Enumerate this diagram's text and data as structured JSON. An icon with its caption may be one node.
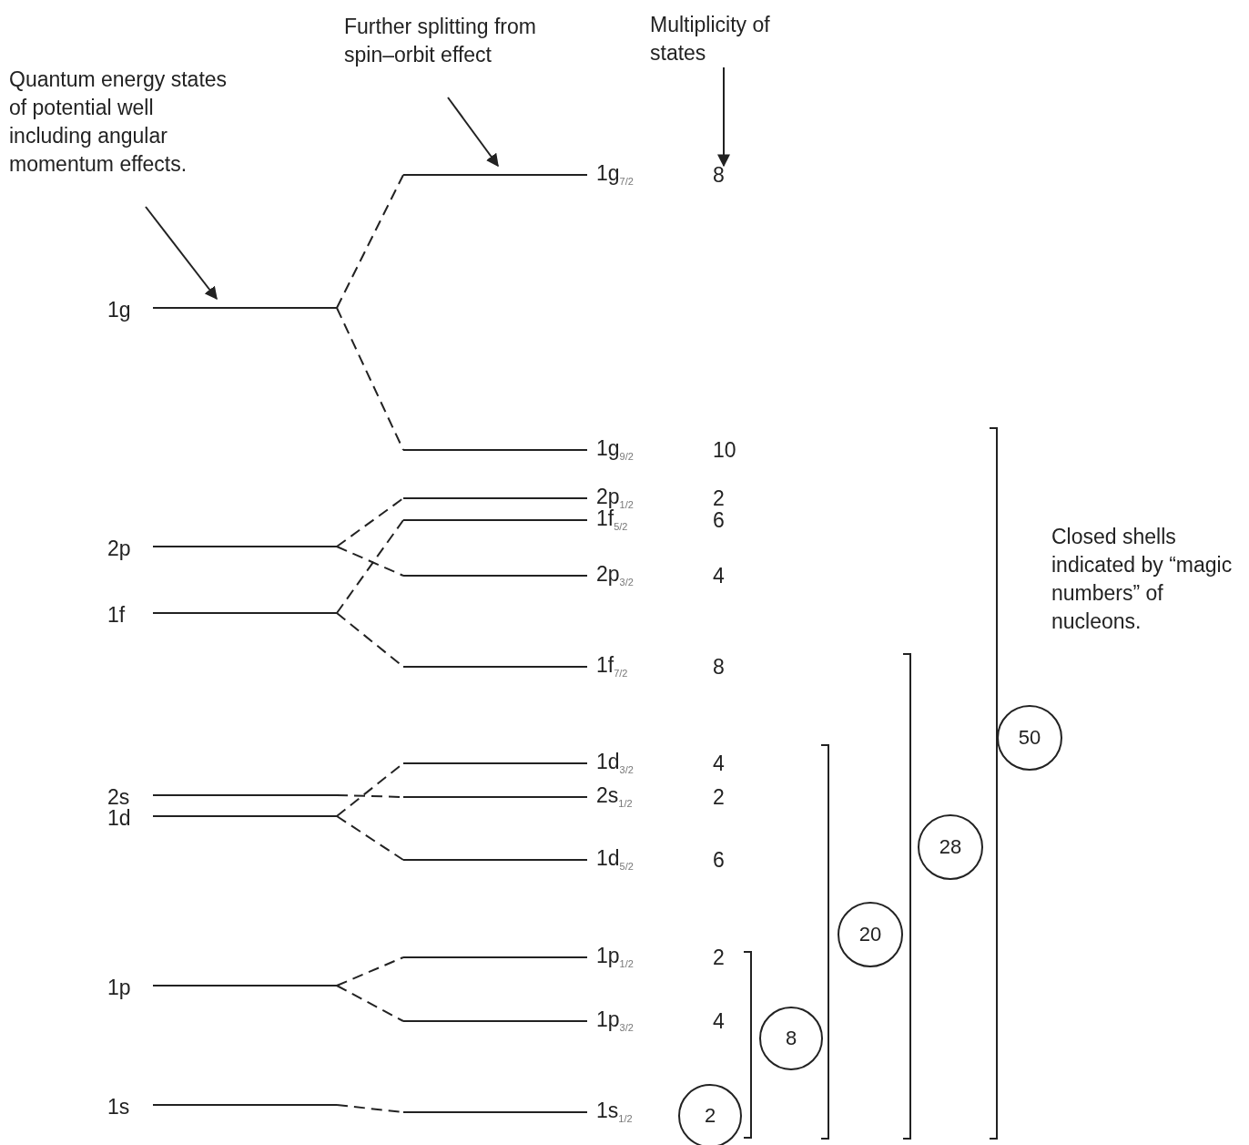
{
  "diagram": {
    "nodes": [
      {
        "text": [
          "Quantum energy states of potential well including angular momentum effects."
        ]
      },
      {
        "text": [
          "Further splitting from spin–orbit effect"
        ]
      },
      {
        "text": [
          "Multiplicity of states"
        ]
      },
      {
        "text": [
          "1g"
        ]
      },
      {
        "text": [
          "2p"
        ]
      },
      {
        "text": [
          "1f"
        ]
      },
      {
        "text": [
          "2s"
        ]
      },
      {
        "text": [
          "1d"
        ]
      },
      {
        "text": [
          "1p"
        ]
      },
      {
        "text": [
          "1s"
        ]
      },
      {
        "text": [
          "1g$_{7/2}$"
        ],
        "beside": [
          "8"
        ]
      },
      {
        "text": [
          "1g$_{9/2}$"
        ],
        "beside": [
          "10"
        ]
      },
      {
        "text": [
          "2p$_{1/2}$"
        ],
        "beside": [
          "2"
        ]
      },
      {
        "text": [
          "1f$_{5/2}$"
        ],
        "beside": [
          "6"
        ]
      },
      {
        "text": [
          "2p$_{3/2}$"
        ],
        "beside": [
          "4"
        ]
      },
      {
        "text": [
          "1f$_{7/2}$"
        ],
        "beside": [
          "8"
        ]
      },
      {
        "text": [
          "1d$_{3/2}$"
        ],
        "beside": [
          "4"
        ]
      },
      {
        "text": [
          "2s$_{1/2}$"
        ],
        "beside": [
          "2"
        ]
      },
      {
        "text": [
          "1d$_{5/2}$"
        ],
        "beside": [
          "6"
        ]
      },
      {
        "text": [
          "1p$_{1/2}$"
        ],
        "beside": [
          "2"
        ]
      },
      {
        "text": [
          "1p$_{3/2}$"
        ],
        "beside": [
          "4"
        ]
      },
      {
        "text": [
          "1s$_{1/2}$"
        ]
      },
      {
        "text": [
          "50"
        ]
      },
      {
        "text": [
          "28"
        ]
      },
      {
        "text": [
          "20"
        ]
      },
      {
        "text": [
          "8"
        ]
      },
      {
        "text": [
          "2"
        ]
      }
    ],
    "edges": [
      {
        "from": 0,
        "to": 3,
        "arrow": "to"
      },
      {
        "from": 1,
        "to": 10,
        "arrow": "to"
      },
      {
        "from": 2,
        "to": 10,
        "arrow": "to"
      },
      {
        "from": 3,
        "to": 10,
        "arrow": "none",
        "style": "dashed"
      },
      {
        "from": 3,
        "to": 11,
        "arrow": "none",
        "style": "dashed"
      },
      {
        "from": 4,
        "to": 12,
        "arrow": "none",
        "style": "dashed"
      },
      {
        "from": 4,
        "to": 14,
        "arrow": "none",
        "style": "dashed"
      },
      {
        "from": 5,
        "to": 13,
        "arrow": "none",
        "style": "dashed"
      },
      {
        "from": 5,
        "to": 15,
        "arrow": "none",
        "style": "dashed"
      },
      {
        "from": 6,
        "to": 17,
        "arrow": "none",
        "style": "dashed"
      },
      {
        "from": 7,
        "to": 16,
        "arrow": "none",
        "style": "dashed"
      },
      {
        "from": 7,
        "to": 18,
        "arrow": "none",
        "style": "dashed"
      },
      {
        "from": 8,
        "to": 19,
        "arrow": "none",
        "style": "dashed"
      },
      {
        "from": 8,
        "to": 20,
        "arrow": "none",
        "style": "dashed"
      },
      {
        "from": 9,
        "to": 21,
        "arrow": "none",
        "style": "dashed"
      }
    ],
    "labels": [
      "Closed shells indicated by “magic numbers” of nucleons."
    ]
  }
}
